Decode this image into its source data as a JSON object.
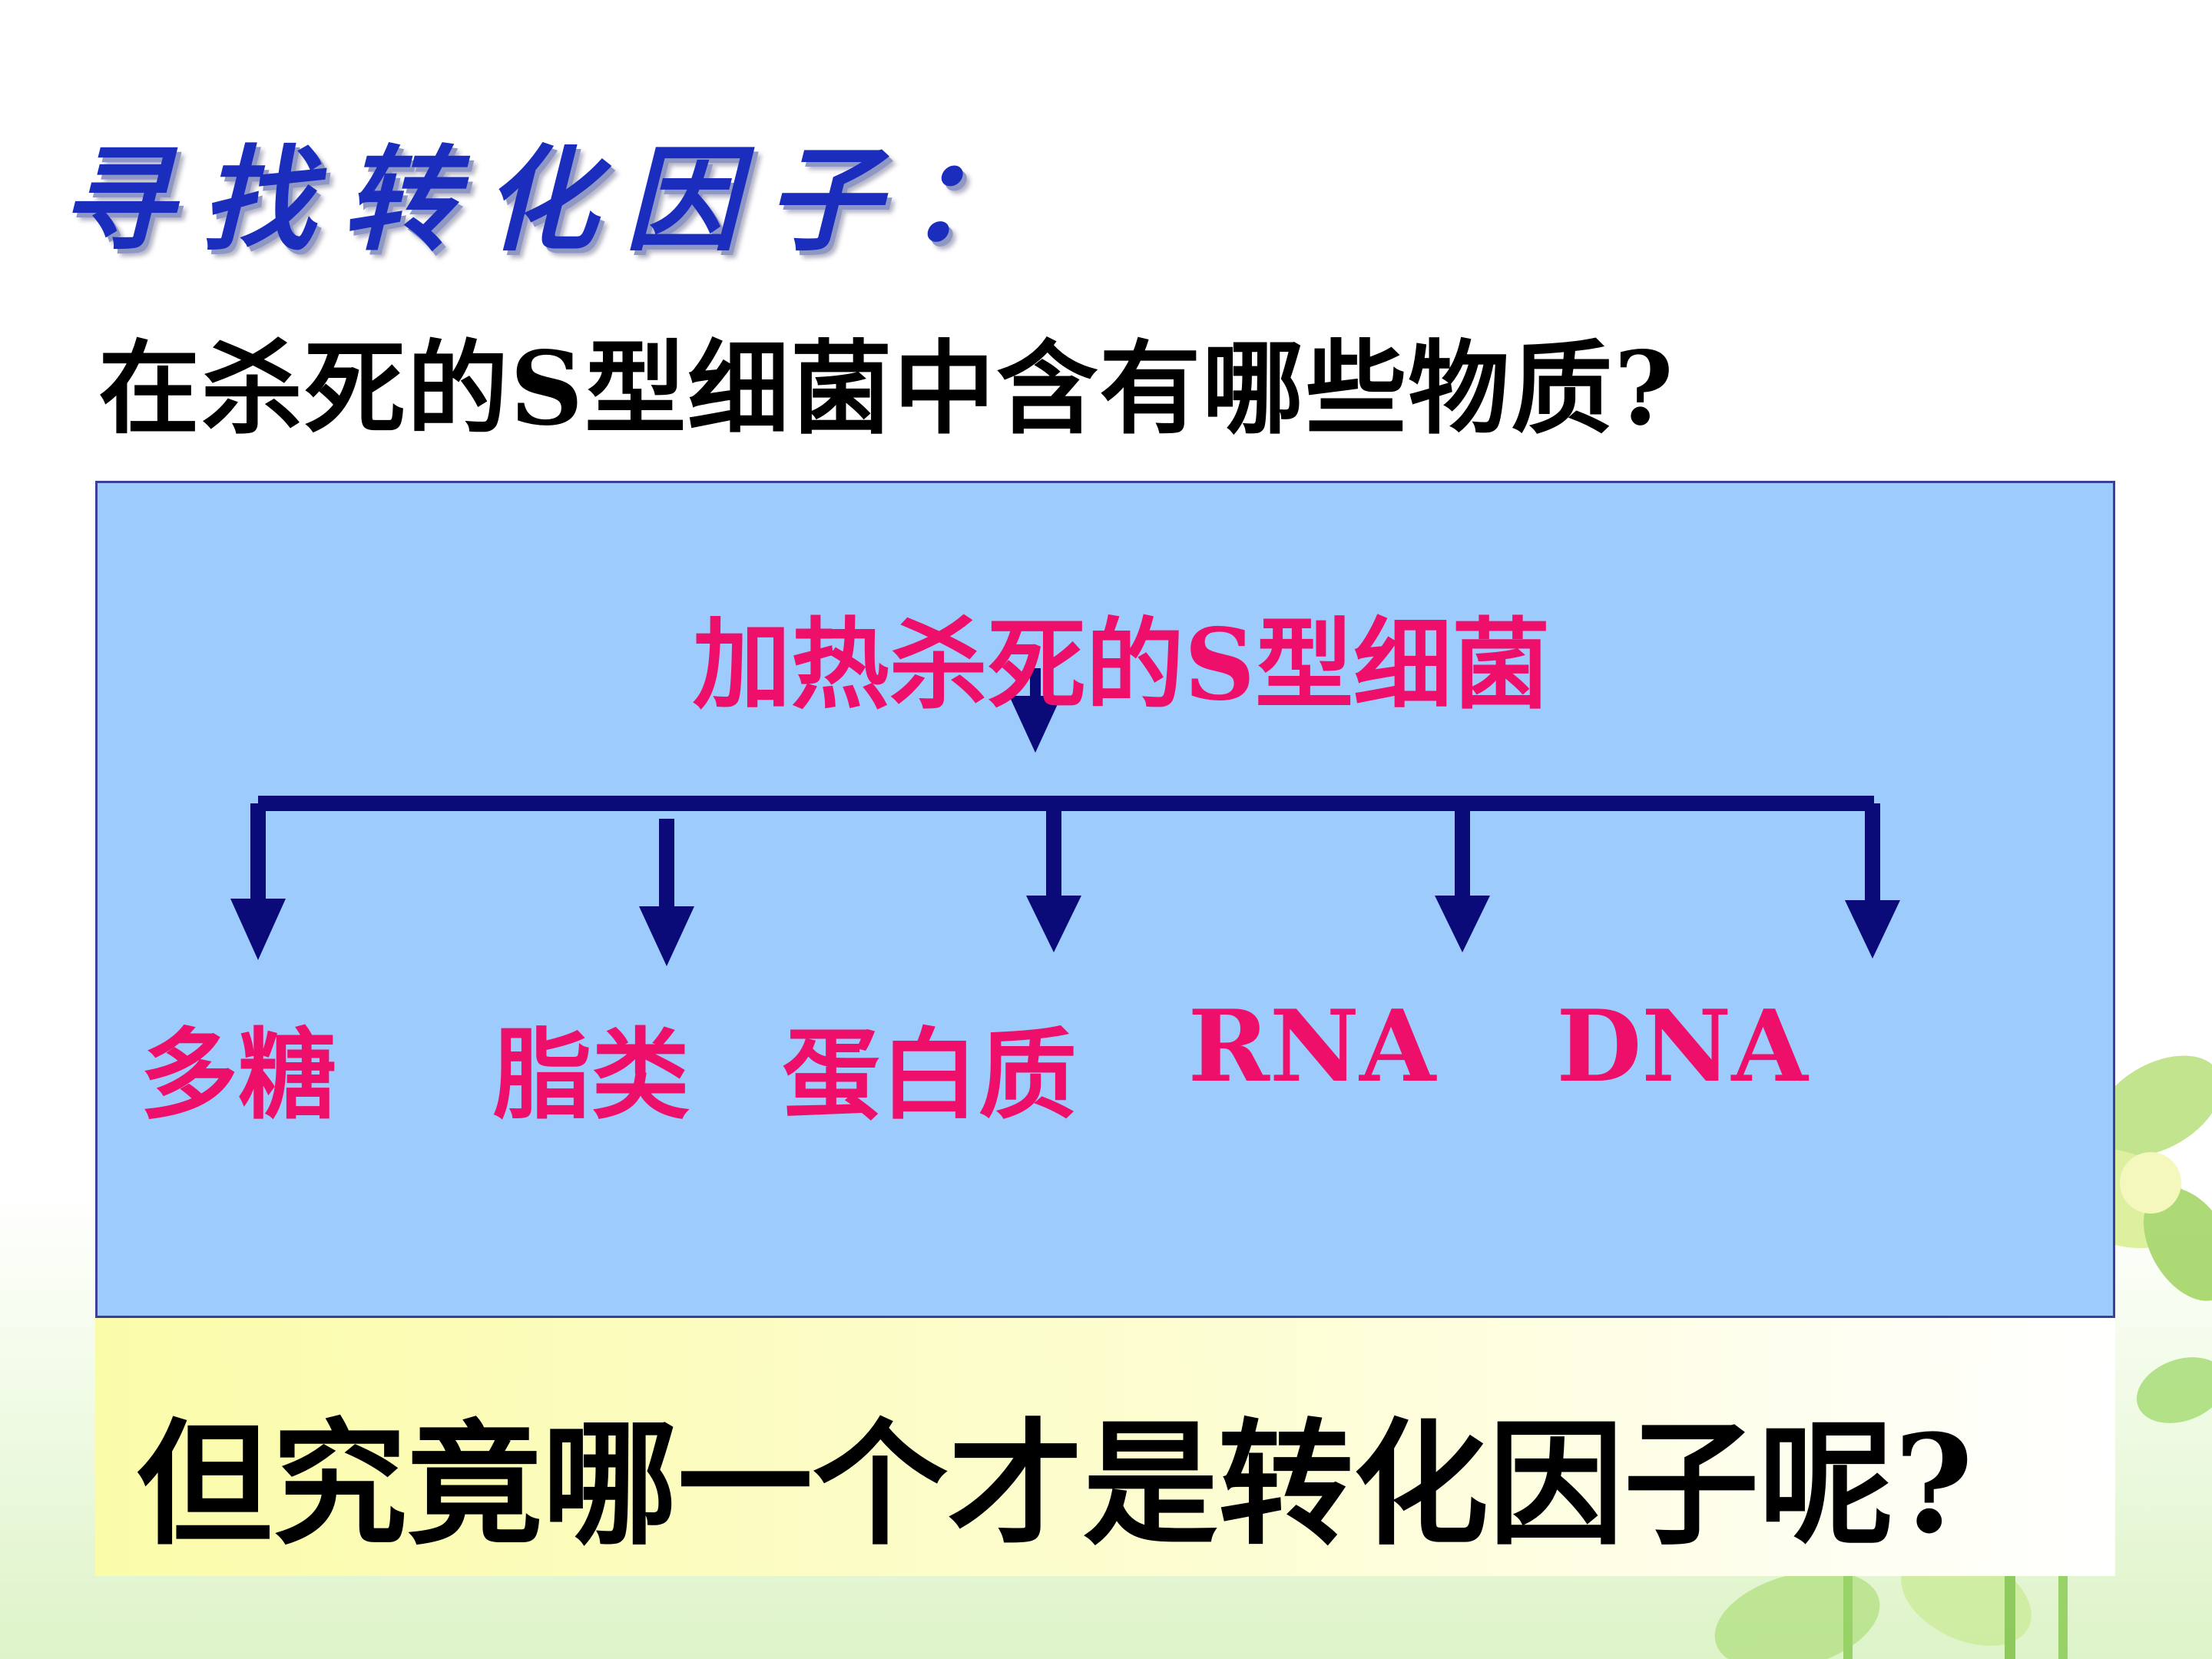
{
  "title": "寻找转化因子：",
  "question": "在杀死的S型细菌中含有哪些物质?",
  "diagram": {
    "root": "加热杀死的S型细菌",
    "leaves": [
      "多糖",
      "脂类",
      "蛋白质",
      "RNA",
      "DNA"
    ]
  },
  "bottom_question": "但究竟哪一个才是转化因子呢?",
  "colors": {
    "title": "#1a2dbd",
    "label": "#ee0f6a",
    "arrow": "#0a0a78",
    "box": "#9ccbfc",
    "bottom_box": "#fbfcaa"
  }
}
